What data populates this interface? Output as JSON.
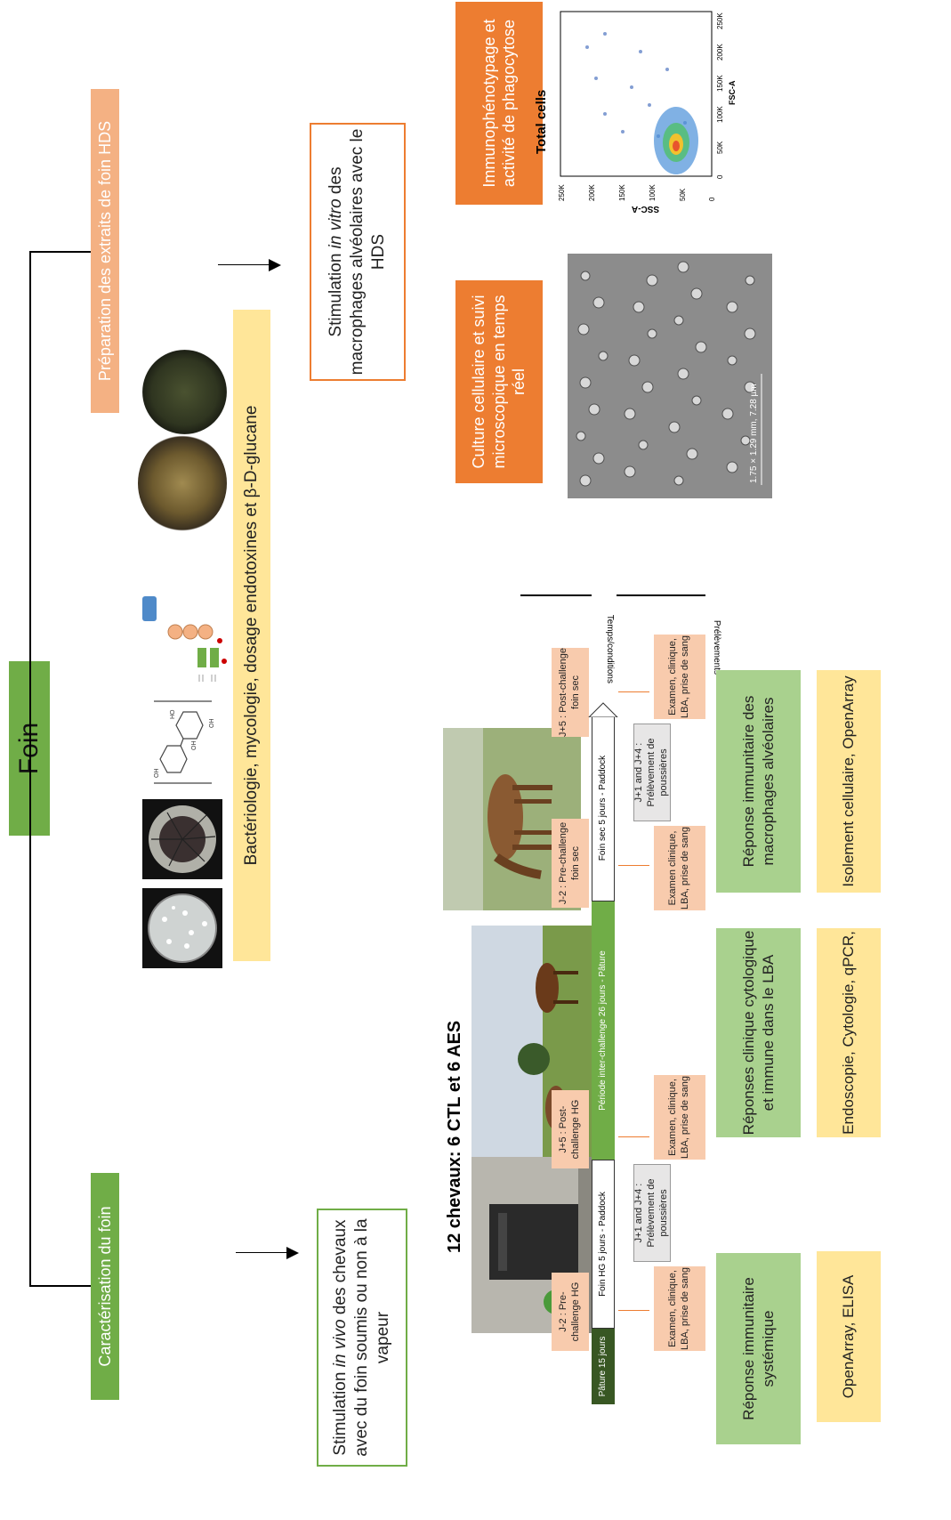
{
  "title": "Foin",
  "branch_left": "Caractérisation du foin",
  "branch_right": "Préparation des extraits de foin HDS",
  "analyses_label": "Bactériologie, mycologie, dosage endotoxines et β-D-glucane",
  "invitro": {
    "pre": "Stimulation ",
    "em": "in vitro",
    "post": " des macrophages alvéolaires avec le HDS"
  },
  "invivo": {
    "pre": "Stimulation ",
    "em": "in vivo",
    "post": " des chevaux avec du foin soumis ou non à la vapeur"
  },
  "culture_label": "Culture cellulaire et suivi microscopique en temps réel",
  "immuno_label": "Immunophénotypage et activité de phagocytose",
  "flow_title": "Total cells",
  "flow_xlabel": "FSC-A",
  "flow_ylabel": "SSC-A",
  "flow_ticks": [
    "0",
    "50K",
    "100K",
    "150K",
    "200K",
    "250K"
  ],
  "micro_scale": "1.75 × 1.29 mm, 7.28 µm",
  "horses_title": "12 chevaux: 6 CTL et 6 AES",
  "timeline": {
    "pature15": "Pâture 15 jours",
    "foinHG": "Foin HG 5 jours - Paddock",
    "inter": "Période inter-challenge 26 jours - Pâture",
    "foinSec": "Foin sec  5 jours - Paddock"
  },
  "timepoints": {
    "pre_hg": "J-2 : Pre-challenge HG",
    "post_hg": "J+5 : Post-challenge HG",
    "pre_sec": "J-2 : Pre-challenge foin sec",
    "post_sec": "J+5 : Post-challenge foin sec"
  },
  "samples": {
    "exam": "Examen, clinique, LBA, prise de sang",
    "exam2": "Examen clinique, LBA, prise de sang",
    "dust": "J+1 and J+4 : Prélèvement de poussières"
  },
  "brackets": {
    "temps": "Temps/conditions",
    "prelev": "Prélèvements"
  },
  "responses": [
    {
      "title": "Réponse immunitaire systémique",
      "method": "OpenArray, ELISA"
    },
    {
      "title": "Réponses clinique cytologique et immune dans le LBA",
      "method": "Endoscopie, Cytologie, qPCR,"
    },
    {
      "title": "Réponse immunitaire des macrophages alvéolaires",
      "method": "Isolement cellulaire, OpenArray"
    }
  ],
  "colors": {
    "green": "#70ad47",
    "light_green": "#a9d18e",
    "orange": "#ed7d31",
    "salmon": "#f8cbad",
    "yellow": "#ffe699"
  },
  "icons": [
    "petri-dish-bacteria-icon",
    "petri-dish-fungus-icon",
    "beta-glucan-structure-icon",
    "endotoxin-structure-icon",
    "moldy-hay-photo",
    "dust-extract-photo"
  ]
}
